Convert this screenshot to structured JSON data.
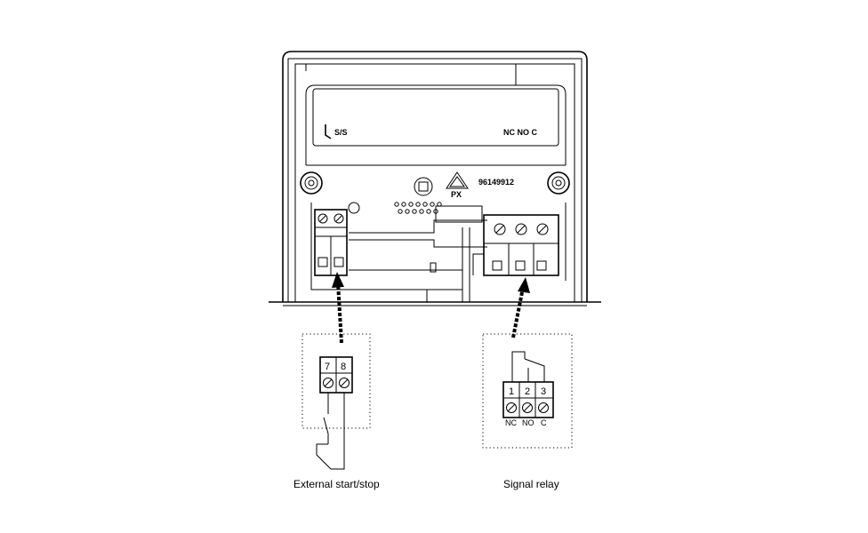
{
  "device": {
    "label_left": "S/S",
    "label_right": "NC NO C",
    "part_number": "96149912",
    "recycle_code": "PX"
  },
  "start_stop": {
    "caption": "External start/stop",
    "terminals": [
      "7",
      "8"
    ]
  },
  "relay": {
    "caption": "Signal relay",
    "terminals": [
      "1",
      "2",
      "3"
    ],
    "terminal_labels": [
      "NC",
      "NO",
      "C"
    ]
  }
}
